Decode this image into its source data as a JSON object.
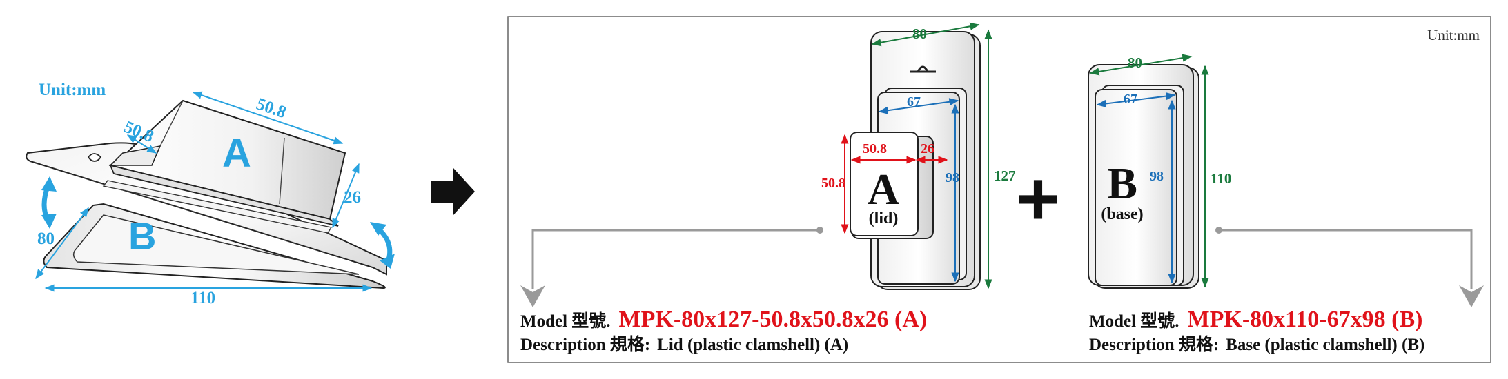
{
  "colors": {
    "blue": "#29a3df",
    "darkblue": "#1b6fb8",
    "green": "#1a7a3d",
    "red": "#e0121a",
    "gray": "#9a9a9a",
    "black": "#111111"
  },
  "left_view": {
    "unit": "Unit:mm",
    "part_a": "A",
    "part_b": "B",
    "dim_a_length": "50.8",
    "dim_a_width": "50.8",
    "dim_a_depth": "26",
    "dim_width": "80",
    "dim_length": "110"
  },
  "right_panel": {
    "unit": "Unit:mm",
    "lid": {
      "letter": "A",
      "sub": "(lid)",
      "card_width": "80",
      "card_height": "127",
      "inner_width": "67",
      "inner_height": "98",
      "cavity_width": "50.8",
      "cavity_depth": "26",
      "cavity_height": "50.8"
    },
    "base": {
      "letter": "B",
      "sub": "(base)",
      "card_width": "80",
      "card_height": "110",
      "inner_width": "67",
      "inner_height": "98"
    },
    "plus": "+",
    "model_a": {
      "model_label": "Model 型號.",
      "model_value": "MPK-80x127-50.8x50.8x26 (A)",
      "desc_label": "Description 規格:",
      "desc_value": "Lid (plastic clamshell) (A)"
    },
    "model_b": {
      "model_label": "Model 型號.",
      "model_value": "MPK-80x110-67x98 (B)",
      "desc_label": "Description 規格:",
      "desc_value": "Base (plastic clamshell) (B)"
    }
  }
}
